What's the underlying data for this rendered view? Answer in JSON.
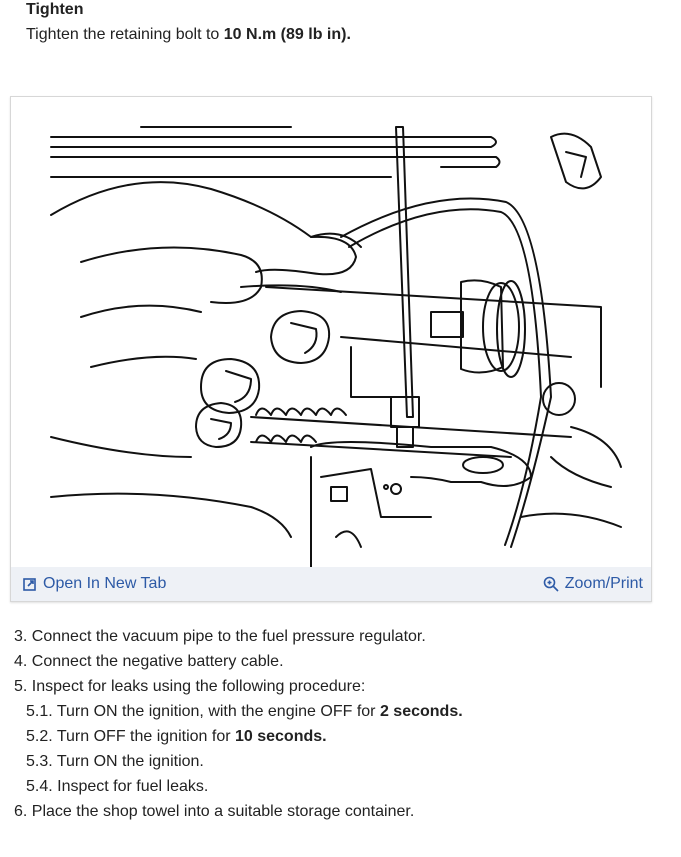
{
  "heading": "Tighten",
  "instruction": {
    "prefix": "Tighten the retaining bolt to ",
    "value": "10 N.m (89 lb in).",
    "suffix": ""
  },
  "figure": {
    "open_label": "Open In New Tab",
    "zoom_label": "Zoom/Print",
    "open_icon": "open-new-tab-icon",
    "zoom_icon": "zoom-magnifier-icon",
    "link_color": "#2d5aa6",
    "bar_color": "#eef1f6"
  },
  "steps": [
    {
      "number": "3.",
      "text": "Connect the vacuum pipe to the fuel pressure regulator.",
      "bold": "",
      "after": ""
    },
    {
      "number": "4.",
      "text": "Connect the negative battery cable.",
      "bold": "",
      "after": ""
    },
    {
      "number": "5.",
      "text": "Inspect for leaks using the following procedure:",
      "bold": "",
      "after": ""
    },
    {
      "number": "5.1.",
      "text": "Turn ON the ignition, with the engine OFF for ",
      "bold": "2 seconds.",
      "after": ""
    },
    {
      "number": "5.2.",
      "text": "Turn OFF the ignition for ",
      "bold": "10 seconds.",
      "after": ""
    },
    {
      "number": "5.3.",
      "text": "Turn ON the ignition.",
      "bold": "",
      "after": ""
    },
    {
      "number": "5.4.",
      "text": "Inspect for fuel leaks.",
      "bold": "",
      "after": ""
    },
    {
      "number": "6.",
      "text": "Place the shop towel into a suitable storage container.",
      "bold": "",
      "after": ""
    }
  ]
}
